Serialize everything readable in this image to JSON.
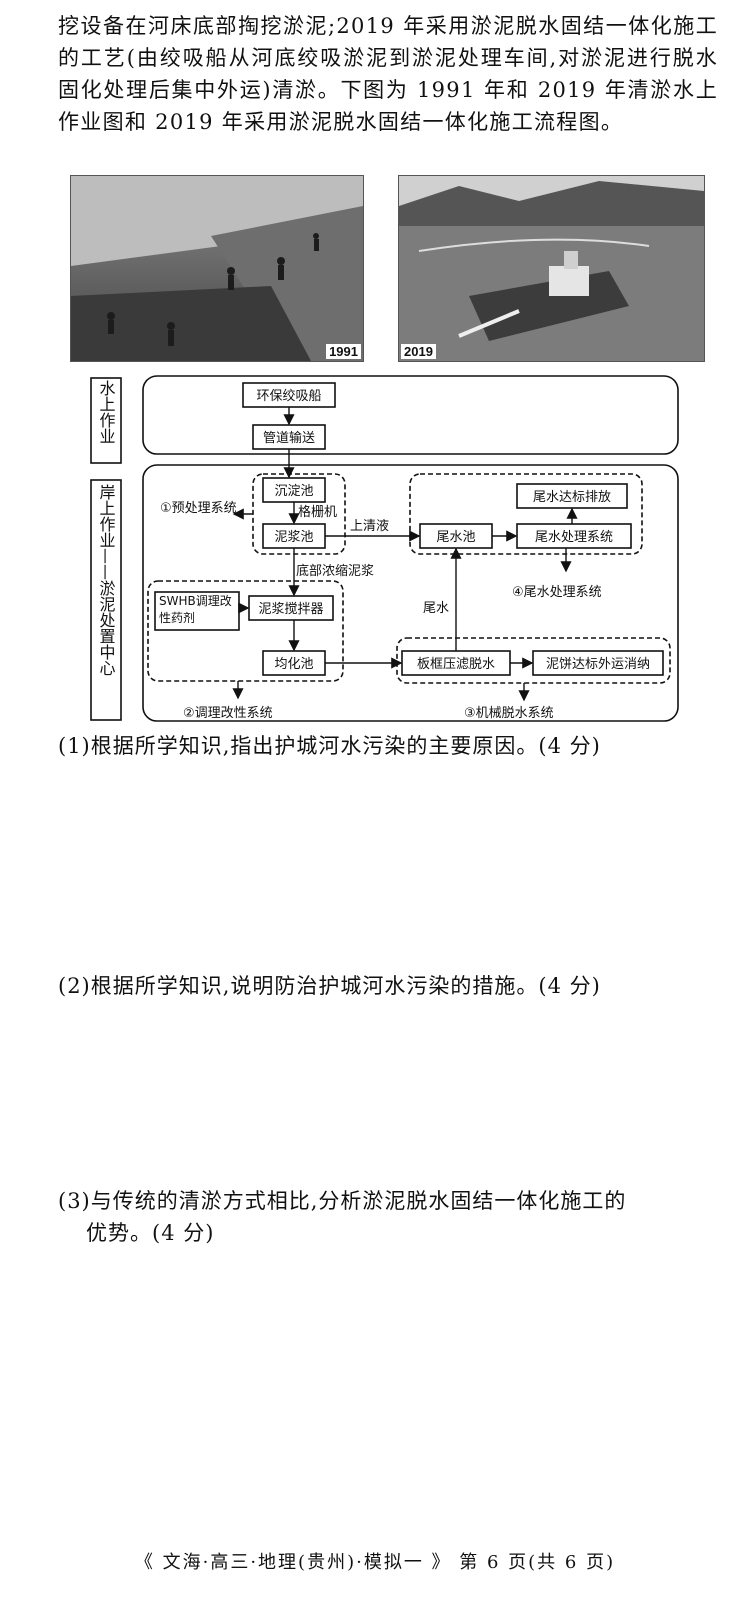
{
  "intro": "挖设备在河床底部掏挖淤泥;2019 年采用淤泥脱水固结一体化施工的工艺(由绞吸船从河底绞吸淤泥到淤泥处理车间,对淤泥进行脱水固化处理后集中外运)清淤。下图为 1991 年和 2019 年清淤水上作业图和 2019 年采用淤泥脱水固结一体化施工流程图。",
  "photos": {
    "left_caption": "1991",
    "right_caption": "2019"
  },
  "diagram": {
    "side_water": "水上作业",
    "side_shore": "岸上作业——淤泥处置中心",
    "ship": "环保绞吸船",
    "pipe": "管道输送",
    "settling": "沉淀池",
    "grille": "格栅机",
    "mud_pool": "泥浆池",
    "pre_sys": "①预处理系统",
    "supernatant": "上清液",
    "tail_pool": "尾水池",
    "tail_treat": "尾水处理系统",
    "tail_discharge": "尾水达标排放",
    "tail_sys": "④尾水处理系统",
    "bottom_mud": "底部浓缩泥浆",
    "tail_water": "尾水",
    "swhb": "SWHB调理改性药剂",
    "mixer": "泥浆搅拌器",
    "homog": "均化池",
    "filter_press": "板框压滤脱水",
    "cake": "泥饼达标外运消纳",
    "cond_sys": "②调理改性系统",
    "mech_sys": "③机械脱水系统"
  },
  "questions": {
    "q1": "(1)根据所学知识,指出护城河水污染的主要原因。(4 分)",
    "q2": "(2)根据所学知识,说明防治护城河水污染的措施。(4 分)",
    "q3_line1": "(3)与传统的清淤方式相比,分析淤泥脱水固结一体化施工的",
    "q3_line2": "优势。(4 分)"
  },
  "footer": "《 文海·高三·地理(贵州)·模拟一 》 第 6 页(共 6 页)"
}
